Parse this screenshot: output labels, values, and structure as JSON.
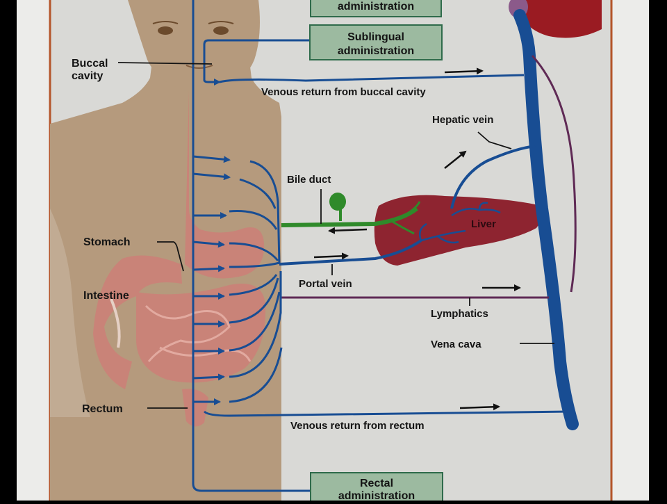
{
  "boxes": {
    "top_partial": "administration",
    "sublingual_line1": "Sublingual",
    "sublingual_line2": "administration",
    "rectal_line1": "Rectal",
    "rectal_line2": "administration"
  },
  "labels": {
    "buccal_line1": "Buccal",
    "buccal_line2": "cavity",
    "venous_buccal": "Venous return from buccal cavity",
    "hepatic_vein": "Hepatic vein",
    "bile_duct": "Bile duct",
    "liver": "Liver",
    "stomach": "Stomach",
    "intestine": "Intestine",
    "portal_vein": "Portal vein",
    "lymphatics": "Lymphatics",
    "vena_cava": "Vena cava",
    "rectum": "Rectum",
    "venous_rectum": "Venous return from rectum"
  },
  "colors": {
    "frame_bg": "#d9d9d6",
    "border": "#b4552a",
    "skin": "#b59a7d",
    "gut": "#c98378",
    "vein": "#184d93",
    "lymph": "#5f2a55",
    "bile": "#2f8a2a",
    "liver": "#8e2430",
    "heart": "#9a1b22",
    "box_fill": "#9cbaa0",
    "box_stroke": "#2f6b4b"
  }
}
